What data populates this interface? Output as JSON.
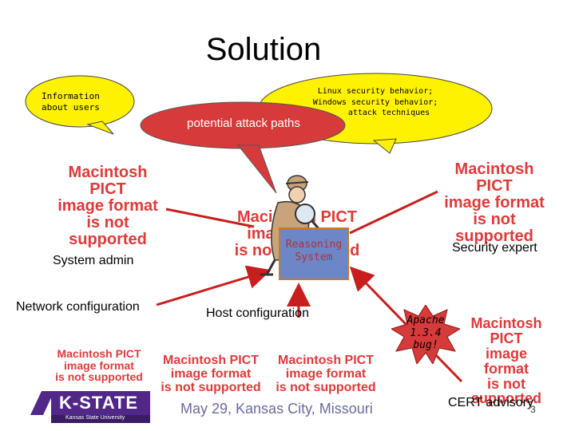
{
  "slide": {
    "title": "Solution",
    "bubbles": {
      "users": "Information about users",
      "attack_paths": "potential attack paths",
      "behavior_lines": [
        "Linux security behavior;",
        "Windows security behavior;",
        "attack techniques"
      ]
    },
    "pict_placeholder": [
      "Macintosh PICT",
      "image format",
      "is not supported"
    ],
    "labels": {
      "system_admin": "System admin",
      "security_expert": "Security expert",
      "network_config": "Network configuration",
      "host_config": "Host configuration",
      "cert_advisory": "CERT advisory"
    },
    "reasoning_system": [
      "Reasoning",
      "System"
    ],
    "apache_bug": [
      "Apache",
      "1.3.4",
      "bug!"
    ],
    "footer": "May 29, Kansas City, Missouri",
    "page_number": "3",
    "logo": {
      "text": "K-STATE",
      "subtext": "Kansas State University"
    },
    "colors": {
      "bubble_yellow": "#fff200",
      "bubble_red": "#d63a3a",
      "arrow_red": "#c81e1e",
      "pict_red": "#dd3a3a",
      "reasoning_blue": "#6d86c8",
      "logo_purple": "#512888"
    }
  }
}
